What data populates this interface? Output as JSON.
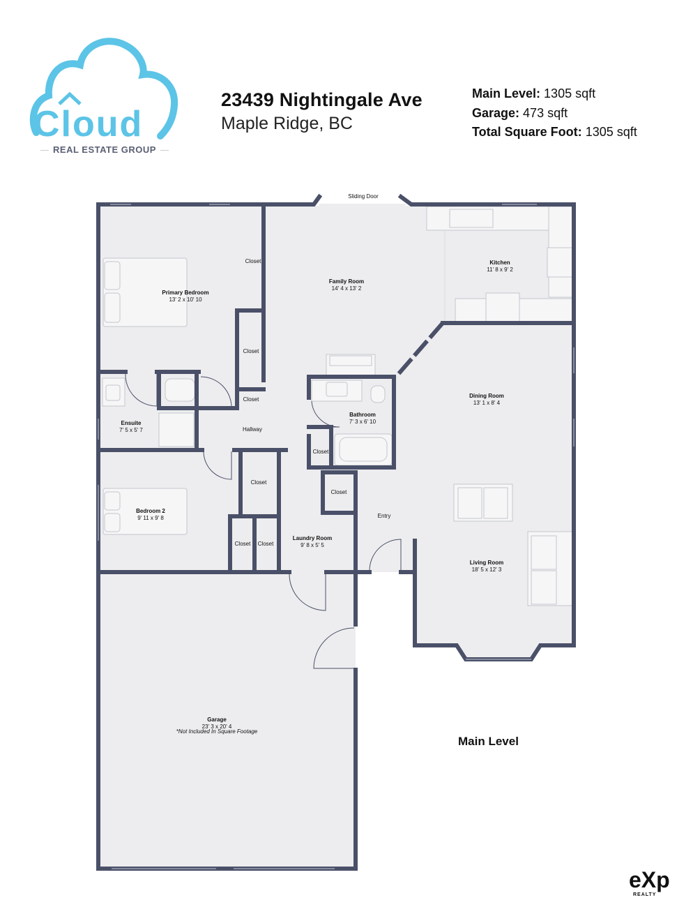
{
  "brand": {
    "logo_text": "Cloud",
    "logo_subtitle": "REAL ESTATE GROUP",
    "cloud_color": "#5cc4e6",
    "partner_logo_text": "eXp",
    "partner_logo_sub": "REALTY"
  },
  "header": {
    "street": "23439 Nightingale Ave",
    "city": "Maple Ridge, BC"
  },
  "stats": [
    {
      "label": "Main Level:",
      "value": "1305 sqft"
    },
    {
      "label": "Garage:",
      "value": "473 sqft"
    },
    {
      "label": "Total Square Foot:",
      "value": "1305 sqft"
    }
  ],
  "plan": {
    "level_title": "Main Level",
    "wall_color": "#4a5068",
    "floor_color": "#ededef",
    "sliding_door": "Sliding Door",
    "rooms": {
      "primary_bedroom": {
        "name": "Primary Bedroom",
        "dims": "13' 2 x 10' 10"
      },
      "family_room": {
        "name": "Family Room",
        "dims": "14' 4 x 13' 2"
      },
      "kitchen": {
        "name": "Kitchen",
        "dims": "11' 8 x 9' 2"
      },
      "dining_room": {
        "name": "Dining Room",
        "dims": "13' 1 x 8' 4"
      },
      "ensuite": {
        "name": "Ensuite",
        "dims": "7' 5 x 5' 7"
      },
      "hallway": {
        "name": "Hallway"
      },
      "bathroom": {
        "name": "Bathroom",
        "dims": "7' 3 x 6' 10"
      },
      "bedroom_2": {
        "name": "Bedroom 2",
        "dims": "9' 11 x 9' 8"
      },
      "laundry": {
        "name": "Laundry Room",
        "dims": "9' 8 x 5' 5"
      },
      "entry": {
        "name": "Entry"
      },
      "living_room": {
        "name": "Living Room",
        "dims": "18' 5 x 12' 3"
      },
      "garage": {
        "name": "Garage",
        "dims": "23' 3 x 20' 4",
        "note": "*Not Included In Square Footage"
      }
    },
    "closet_label": "Closet"
  }
}
